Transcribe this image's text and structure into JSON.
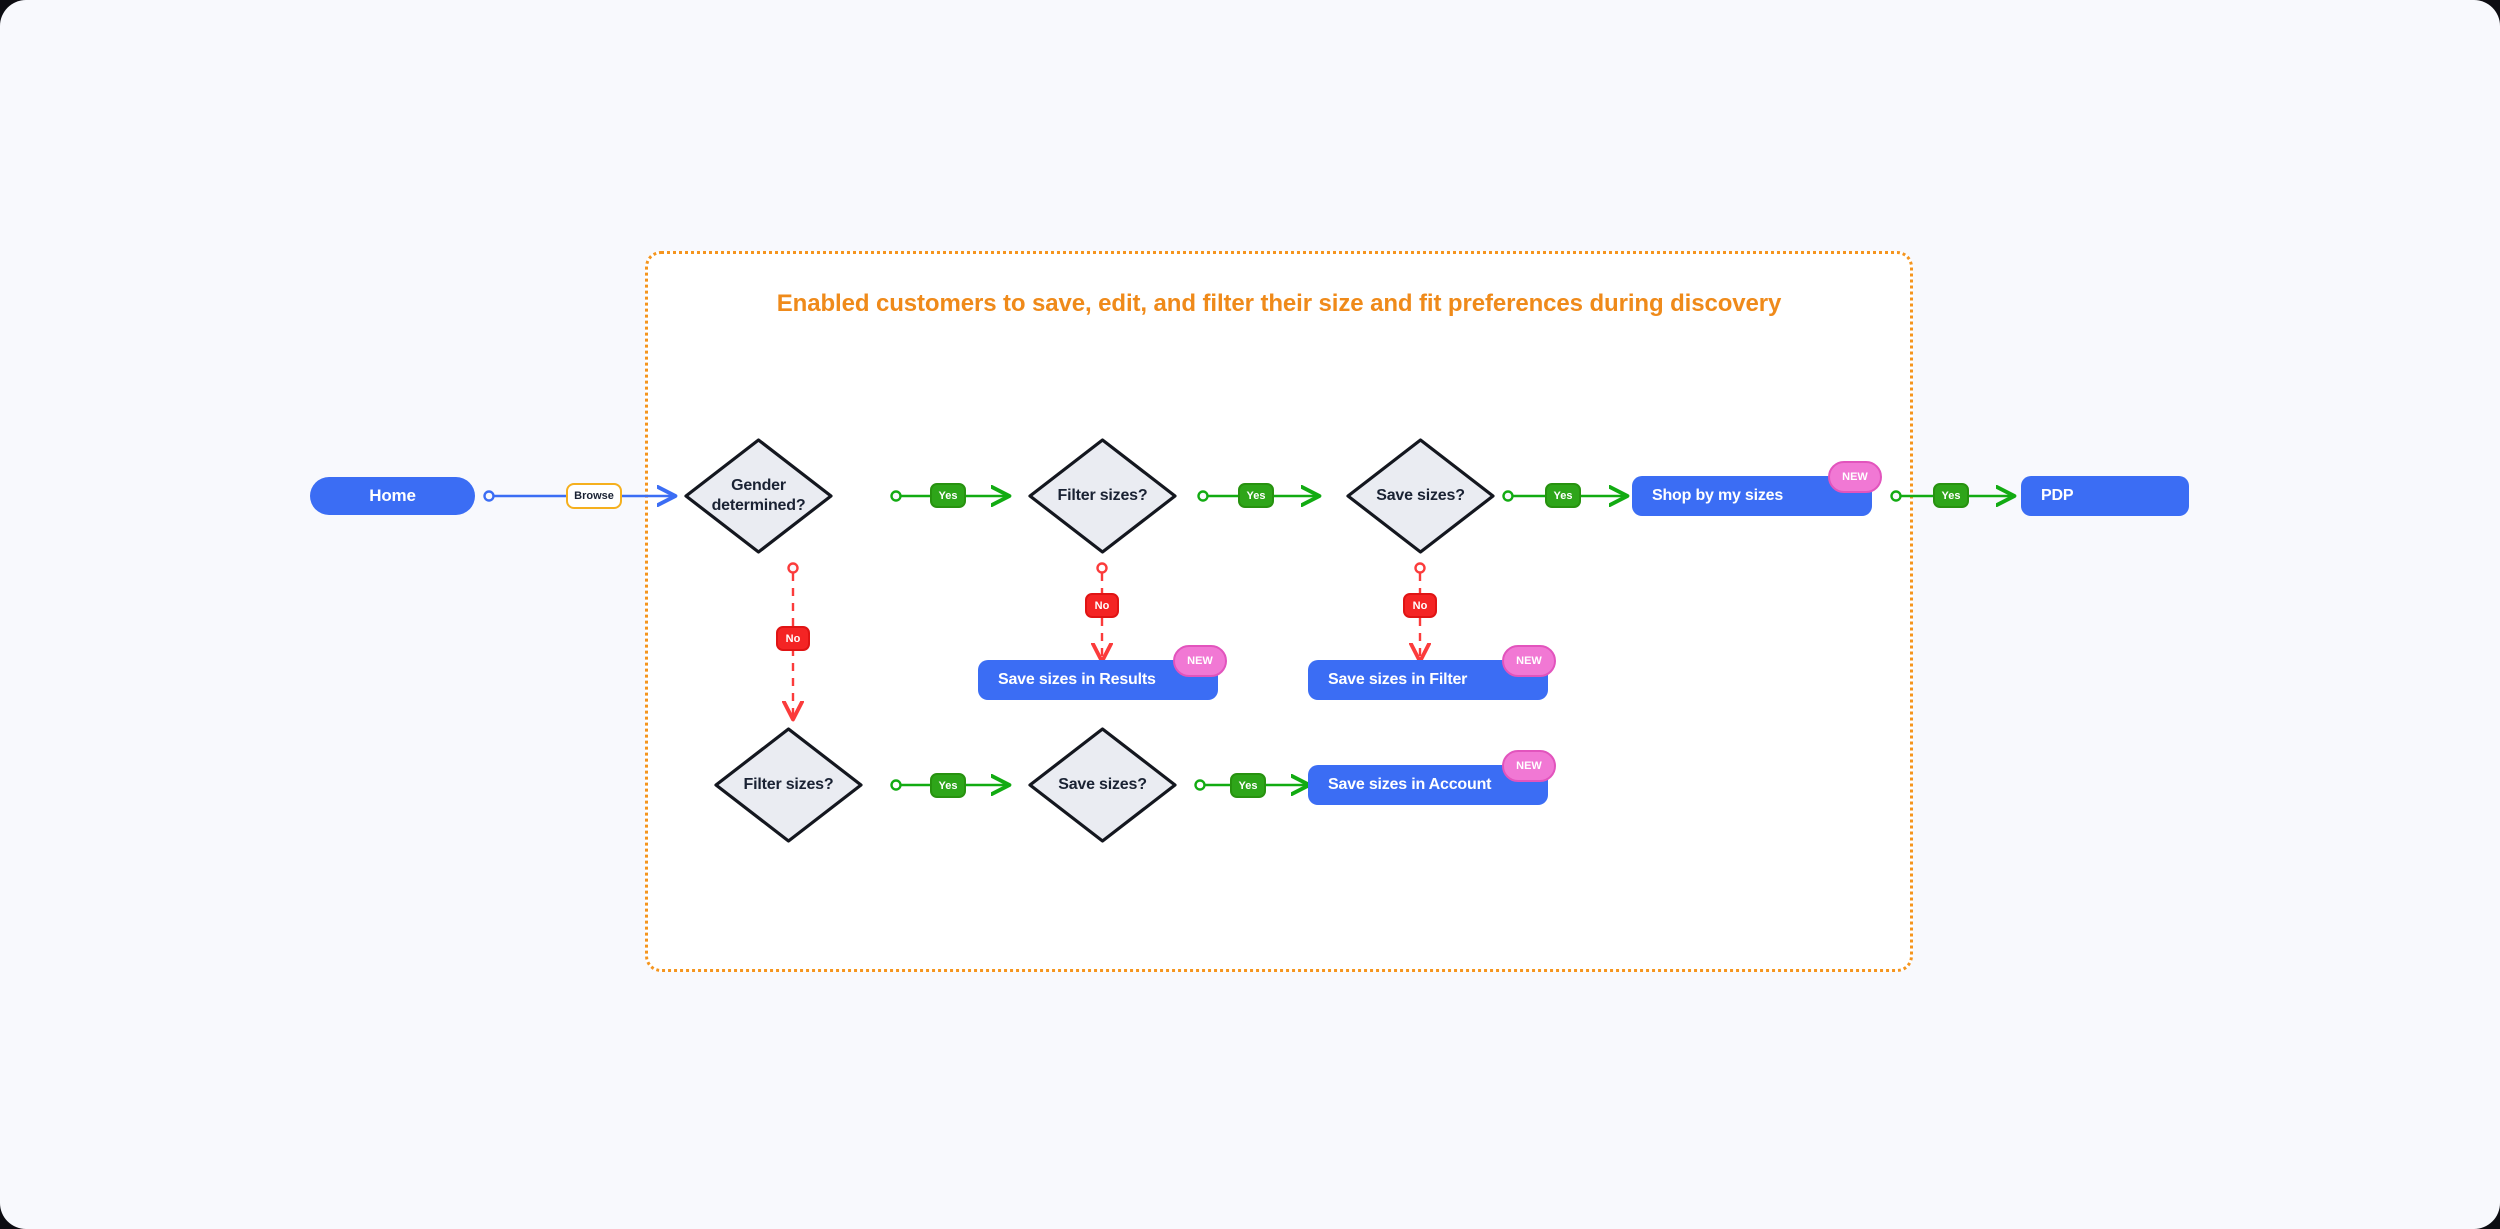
{
  "diagram": {
    "title": "Enabled customers to save, edit, and filter their size and fit preferences during discovery",
    "colors": {
      "canvas_background": "#f8f9fd",
      "group_border": "#f5951e",
      "group_title": "#ef8a1a",
      "node_blue": "#3b6df4",
      "decision_fill": "#eaecf2",
      "decision_border": "#14171f",
      "yes_green": "#2ea519",
      "no_red": "#f42424",
      "new_pink": "#f178d4",
      "browse_amber": "#f5b01e",
      "blue_edge": "#3b6df4"
    },
    "nodes": {
      "home": {
        "label": "Home",
        "type": "pill"
      },
      "gender_determined": {
        "label": "Gender\ndetermined?",
        "type": "decision"
      },
      "filter_sizes_top": {
        "label": "Filter sizes?",
        "type": "decision"
      },
      "save_sizes_top": {
        "label": "Save sizes?",
        "type": "decision"
      },
      "shop_by_my_sizes": {
        "label": "Shop by my sizes",
        "type": "box",
        "badge": "NEW"
      },
      "pdp": {
        "label": "PDP",
        "type": "box"
      },
      "save_sizes_results": {
        "label": "Save sizes in Results",
        "type": "box",
        "badge": "NEW"
      },
      "save_sizes_filter": {
        "label": "Save sizes in Filter",
        "type": "box",
        "badge": "NEW"
      },
      "filter_sizes_bottom": {
        "label": "Filter sizes?",
        "type": "decision"
      },
      "save_sizes_bottom": {
        "label": "Save sizes?",
        "type": "decision"
      },
      "save_sizes_account": {
        "label": "Save sizes in Account",
        "type": "box",
        "badge": "NEW"
      }
    },
    "edges": {
      "home_to_gender": "Browse",
      "gender_yes": "Yes",
      "gender_no": "No",
      "filter_top_yes": "Yes",
      "filter_top_no": "No",
      "save_top_yes": "Yes",
      "save_top_no": "No",
      "shop_to_pdp_yes": "Yes",
      "filter_bottom_yes": "Yes",
      "save_bottom_yes": "Yes"
    },
    "badges": {
      "new": "NEW"
    }
  }
}
